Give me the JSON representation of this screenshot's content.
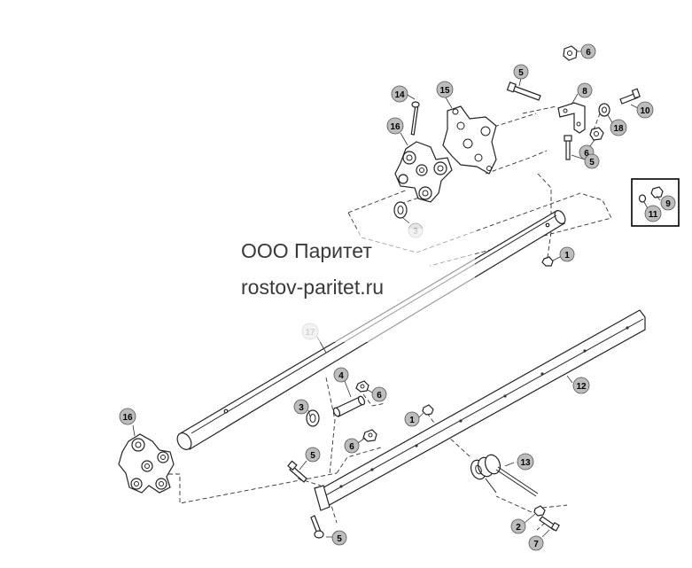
{
  "watermark": {
    "company": "ООО Паритет",
    "site": "rostov-paritet.ru"
  },
  "callouts": [
    {
      "id": "c6a",
      "label": "6"
    },
    {
      "id": "c5a",
      "label": "5"
    },
    {
      "id": "c8",
      "label": "8"
    },
    {
      "id": "c10",
      "label": "10"
    },
    {
      "id": "c18",
      "label": "18"
    },
    {
      "id": "c6b",
      "label": "6"
    },
    {
      "id": "c5b",
      "label": "5"
    },
    {
      "id": "c14",
      "label": "14"
    },
    {
      "id": "c15",
      "label": "15"
    },
    {
      "id": "c16a",
      "label": "16"
    },
    {
      "id": "c3a",
      "label": "3"
    },
    {
      "id": "c1a",
      "label": "1"
    },
    {
      "id": "c9",
      "label": "9"
    },
    {
      "id": "c11",
      "label": "11"
    },
    {
      "id": "c17",
      "label": "17"
    },
    {
      "id": "c12",
      "label": "12"
    },
    {
      "id": "c4",
      "label": "4"
    },
    {
      "id": "c6c",
      "label": "6"
    },
    {
      "id": "c3b",
      "label": "3"
    },
    {
      "id": "c1b",
      "label": "1"
    },
    {
      "id": "c6d",
      "label": "6"
    },
    {
      "id": "c16b",
      "label": "16"
    },
    {
      "id": "c5c",
      "label": "5"
    },
    {
      "id": "c13",
      "label": "13"
    },
    {
      "id": "c2",
      "label": "2"
    },
    {
      "id": "c7",
      "label": "7"
    },
    {
      "id": "c5d",
      "label": "5"
    }
  ]
}
